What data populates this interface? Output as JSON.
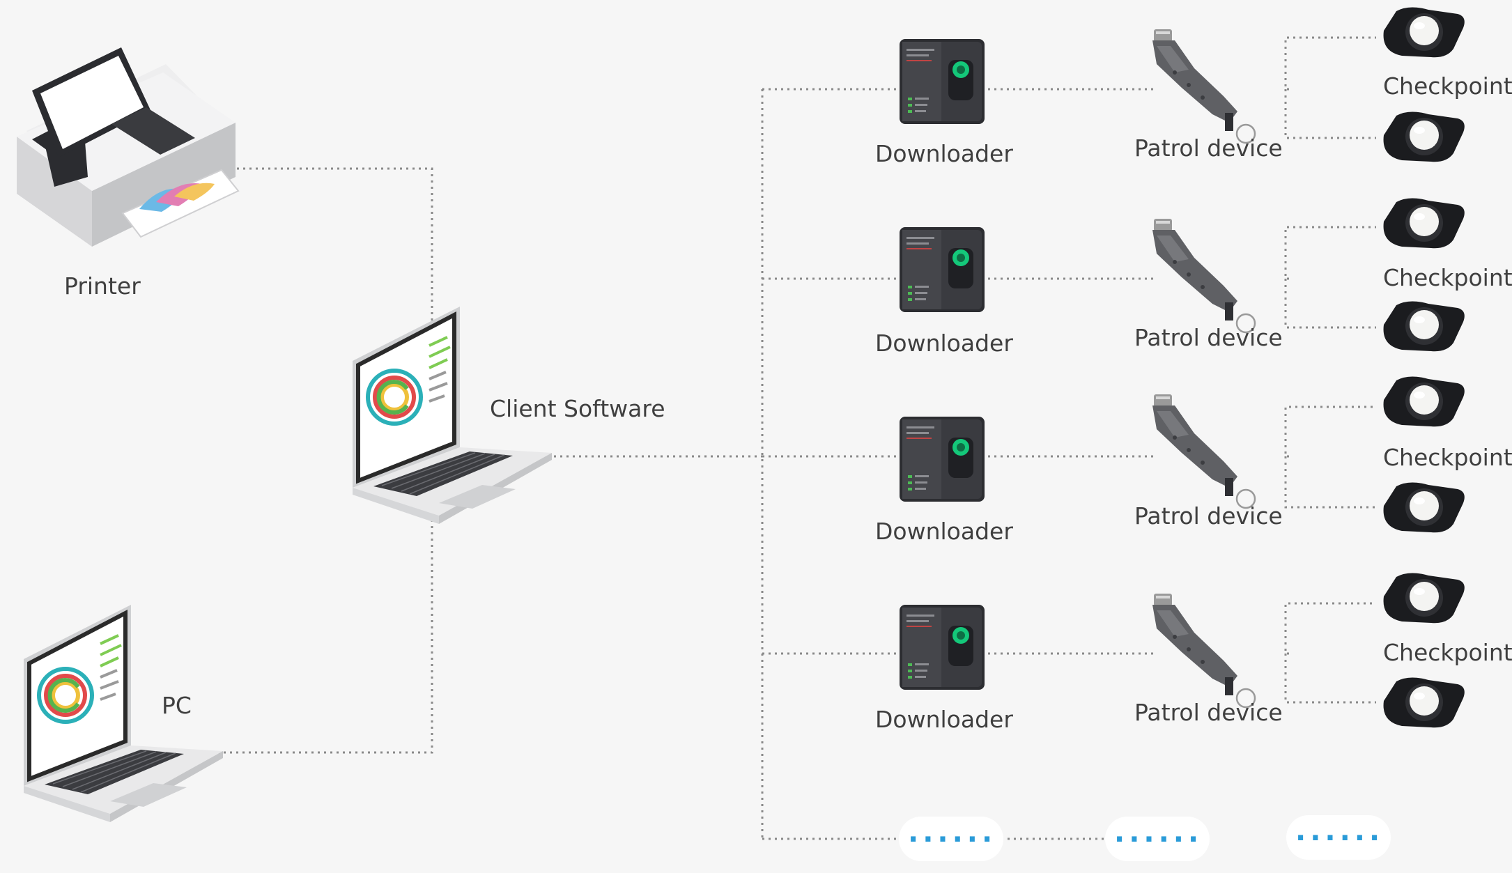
{
  "labels": {
    "printer": "Printer",
    "client": "Client Software",
    "pc": "PC",
    "downloader": "Downloader",
    "patrol": "Patrol device",
    "checkpoint": "Checkpoint",
    "more": "......"
  },
  "colors": {
    "background": "#f6f6f6",
    "connector": "#8a8a8a",
    "ellipsis": "#2a9bd8",
    "device": "#2c2d31",
    "accent_green": "#14c87a"
  },
  "icons": [
    "printer-icon",
    "laptop-icon",
    "downloader-icon",
    "patrol-device-icon",
    "checkpoint-icon"
  ]
}
